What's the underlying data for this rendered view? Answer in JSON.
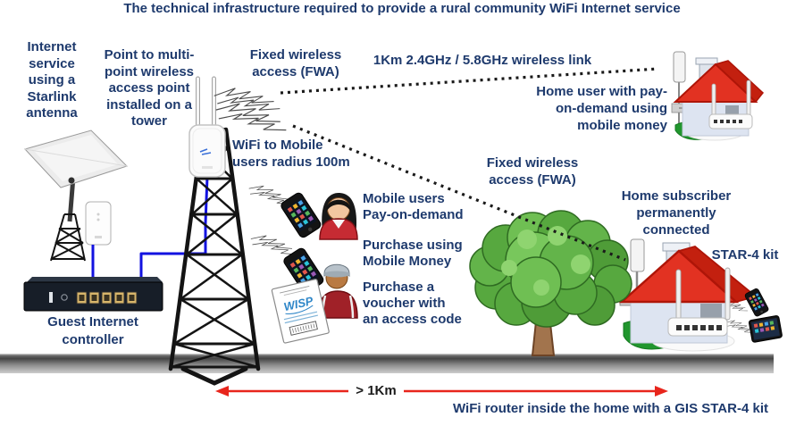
{
  "title": "The technical infrastructure required to provide a rural community WiFi Internet service",
  "labels": {
    "internet_service": "Internet\nservice\nusing a\nStarlink\nantenna",
    "access_point": "Point to multi-\npoint wireless\naccess point\ninstalled on a\ntower",
    "fwa_top": "Fixed wireless\naccess (FWA)",
    "wireless_link": "1Km 2.4GHz / 5.8GHz wireless link",
    "home_user": "Home user with pay-\non-demand using\nmobile money",
    "wifi_mobile": "WiFi to Mobile\nusers radius 100m",
    "mobile_users": "Mobile users\nPay-on-demand",
    "purchase_mobile_money": "Purchase using\nMobile Money",
    "purchase_voucher": "Purchase a\nvoucher with\nan access code",
    "fwa_right": "Fixed wireless\naccess (FWA)",
    "home_subscriber": "Home subscriber\npermanently\nconnected",
    "star4_kit": "STAR-4 kit",
    "controller": "Guest Internet\ncontroller",
    "distance": "> 1Km",
    "bottom_note": "WiFi router inside the home with a GIS STAR-4 kit",
    "voucher_brand": "WISP"
  },
  "colors": {
    "text_navy": "#1e3a6d",
    "arrow_red": "#e8251c",
    "cable_blue": "#1212e0",
    "roof_red": "#e23222",
    "tree_green": "#57a83f",
    "ground_gray": "#6a6a6a"
  },
  "icons": [
    "satellite-dish-icon",
    "starlink-router-icon",
    "controller-icon",
    "lattice-tower-icon",
    "access-point-icon",
    "signal-zigzag-icon",
    "house-icon",
    "outdoor-antenna-icon",
    "tree-icon",
    "person-icon",
    "smartphone-icon",
    "tablet-icon",
    "voucher-card",
    "wireless-dotted-line",
    "distance-arrow-icon"
  ]
}
